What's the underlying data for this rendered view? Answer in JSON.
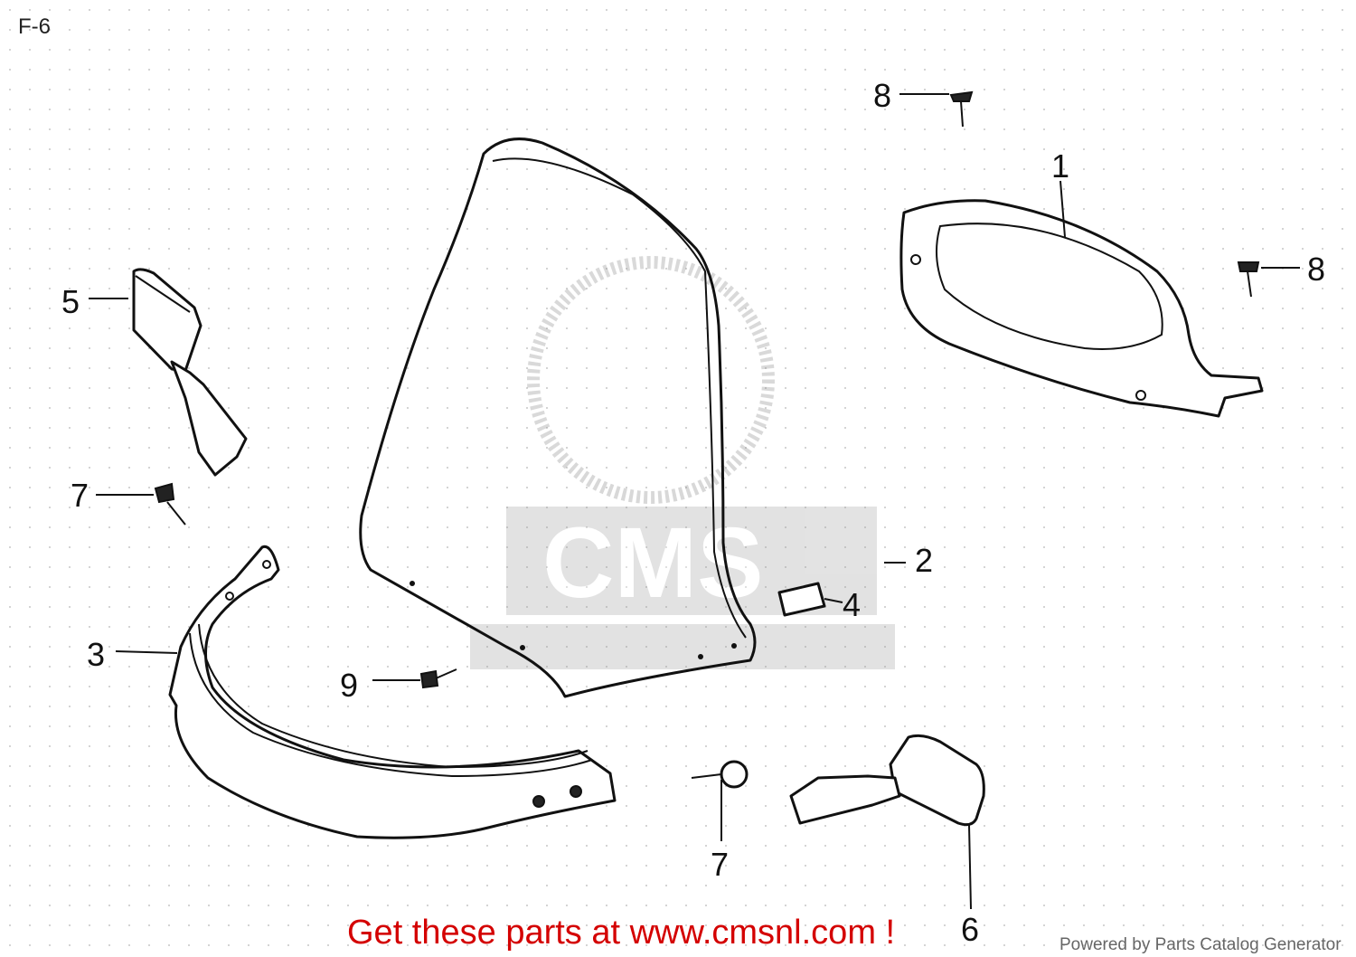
{
  "page_code": "F-6",
  "callouts": {
    "c1": "1",
    "c2": "2",
    "c3": "3",
    "c4": "4",
    "c5": "5",
    "c6": "6",
    "c7a": "7",
    "c7b": "7",
    "c8a": "8",
    "c8b": "8",
    "c9": "9"
  },
  "footer": {
    "cta": "Get these parts at www.cmsnl.com !",
    "credit": "Powered by Parts Catalog Generator"
  },
  "watermark": "CMS",
  "colors": {
    "cta": "#d40000",
    "line": "#111111",
    "watermark": "#9a9a9a"
  }
}
